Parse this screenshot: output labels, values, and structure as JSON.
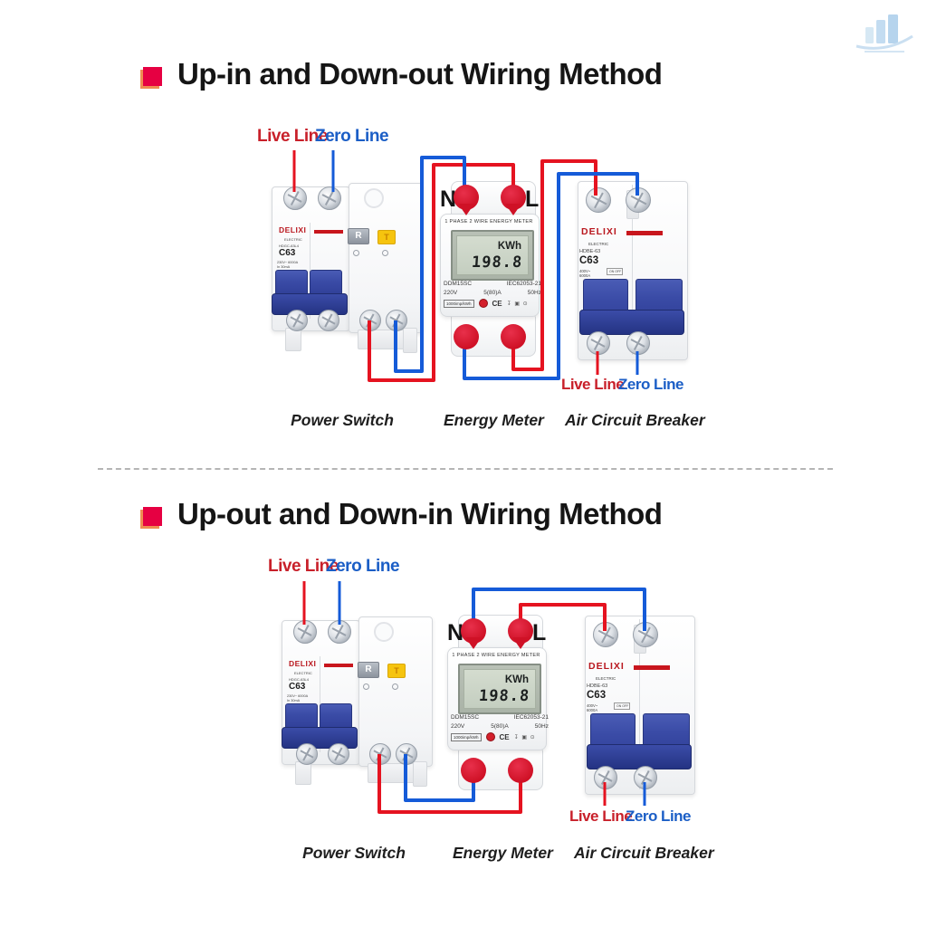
{
  "watermark": {
    "icon": "buildings-logo-watermark",
    "color": "#9ec7e8"
  },
  "labels": {
    "live": "Live Line",
    "zero": "Zero Line"
  },
  "sections": [
    {
      "title": "Up-in and Down-out Wiring Method",
      "supply_labels": {
        "live": "Live Line",
        "zero": "Zero Line"
      },
      "breaker_labels": {
        "live": "Live Line",
        "zero": "Zero Line"
      },
      "captions": {
        "power_switch": "Power Switch",
        "energy_meter": "Energy Meter",
        "air_circuit_breaker": "Air Circuit Breaker"
      },
      "wiring": [
        {
          "from": "power-switch-bottom-live",
          "to": "energy-meter-top-L",
          "color": "red"
        },
        {
          "from": "power-switch-bottom-zero",
          "to": "energy-meter-top-N",
          "color": "blue"
        },
        {
          "from": "energy-meter-bottom-right",
          "to": "air-breaker-top-left",
          "color": "red"
        },
        {
          "from": "energy-meter-bottom-left",
          "to": "air-breaker-top-right",
          "color": "blue"
        }
      ]
    },
    {
      "title": "Up-out and Down-in Wiring Method",
      "supply_labels": {
        "live": "Live Line",
        "zero": "Zero Line"
      },
      "breaker_labels": {
        "live": "Live Line",
        "zero": "Zero Line"
      },
      "captions": {
        "power_switch": "Power Switch",
        "energy_meter": "Energy Meter",
        "air_circuit_breaker": "Air Circuit Breaker"
      },
      "wiring": [
        {
          "from": "power-switch-bottom-live",
          "to": "energy-meter-bottom-right",
          "color": "red"
        },
        {
          "from": "power-switch-bottom-zero",
          "to": "energy-meter-bottom-left",
          "color": "blue"
        },
        {
          "from": "energy-meter-top-L",
          "to": "air-breaker-top-left",
          "color": "red"
        },
        {
          "from": "energy-meter-top-N",
          "to": "air-breaker-top-right",
          "color": "blue"
        }
      ]
    }
  ],
  "devices": {
    "power_switch": {
      "brand": "DELIXI",
      "brand_sub": "ELECTRIC",
      "model": "HDGC-63L4",
      "current_rating": "C63",
      "specs_line1": "230V~ 6000A",
      "specs_line2": "In 30mA",
      "reset_button": "R",
      "test_button": "T"
    },
    "energy_meter": {
      "header": "1 PHASE 2 WIRE ENERGY METER",
      "terminal_left": "N",
      "terminal_right": "L",
      "unit": "KWh",
      "reading": "198.8",
      "model": "DDM15SC",
      "standard": "IEC62053-21",
      "voltage": "220V",
      "current": "5(80)A",
      "frequency": "50Hz",
      "impulse_rate": "1000imp/kWh",
      "ce_mark": "CE",
      "cert_icons": "↧ ▣ ⊙"
    },
    "air_circuit_breaker": {
      "brand": "DELIXI",
      "brand_sub": "ELECTRIC",
      "model": "HDBE-63",
      "current_rating": "C63",
      "specs_line1": "400V~",
      "specs_line2": "6000A",
      "onoff": "ON OFF"
    }
  },
  "colors": {
    "wire_live_red": "#e51320",
    "wire_zero_blue": "#155bd8",
    "label_red": "#c8202a",
    "label_blue": "#1b5ec6",
    "terminal_pin_red": "#cf1126",
    "title_bullet": "#e60042",
    "title_bullet_shadow": "#ef8c52",
    "delixi_red": "#b9171e",
    "lcd_background": "#c9d2c4"
  }
}
